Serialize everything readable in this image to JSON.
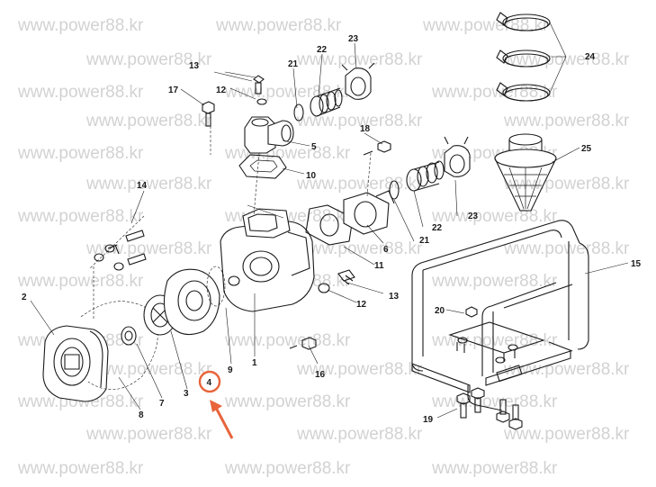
{
  "watermark": "www.power88.kr",
  "colors": {
    "highlight": "#e8643a",
    "line": "#1a1a1a",
    "watermark": "#d2d2d2"
  },
  "part_numbers": {
    "p1": "1",
    "p2": "2",
    "p3": "3",
    "p4": "4",
    "p5": "5",
    "p6": "6",
    "p7": "7",
    "p8": "8",
    "p9": "9",
    "p10": "10",
    "p11": "11",
    "p12a": "12",
    "p12b": "12",
    "p13a": "13",
    "p13b": "13",
    "p14": "14",
    "p15": "15",
    "p16": "16",
    "p17": "17",
    "p18": "18",
    "p19": "19",
    "p20": "20",
    "p21a": "21",
    "p21b": "21",
    "p22a": "22",
    "p22b": "22",
    "p23a": "23",
    "p23b": "23",
    "p24": "24",
    "p25": "25"
  },
  "highlighted_part": "4"
}
